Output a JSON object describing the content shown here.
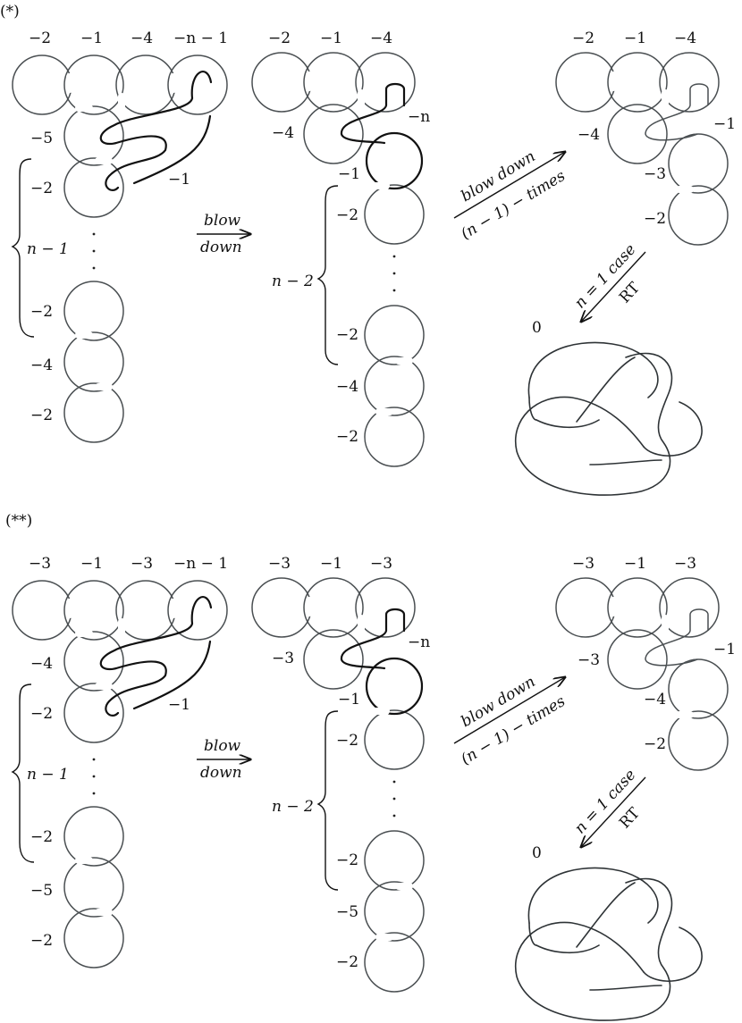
{
  "sections": [
    {
      "marker": "(*)",
      "d1": {
        "top_labels": [
          "−2",
          "−1",
          "−4",
          "−n − 1"
        ],
        "side_labels": [
          "−5",
          "−2",
          "n − 1",
          "−2",
          "−4",
          "−2"
        ],
        "strand_label": "−1"
      },
      "arrow1": {
        "top": "blow",
        "bottom": "down"
      },
      "d2": {
        "top_labels": [
          "−2",
          "−1",
          "−4"
        ],
        "second_labels": [
          "−4",
          "−n",
          "−1"
        ],
        "side_labels": [
          "−2",
          "n − 2",
          "−2",
          "−4",
          "−2"
        ]
      },
      "arrow2": {
        "top": "blow down",
        "bottom": "(n − 1) − times"
      },
      "d3": {
        "top_labels": [
          "−2",
          "−1",
          "−4"
        ],
        "side_labels": [
          "−4",
          "−1",
          "−3",
          "−2"
        ]
      },
      "arrow3": {
        "left": "n = 1 case",
        "right": "RT"
      },
      "knot_label": "0"
    },
    {
      "marker": "(**)",
      "d1": {
        "top_labels": [
          "−3",
          "−1",
          "−3",
          "−n − 1"
        ],
        "side_labels": [
          "−4",
          "−2",
          "n − 1",
          "−2",
          "−5",
          "−2"
        ],
        "strand_label": "−1"
      },
      "arrow1": {
        "top": "blow",
        "bottom": "down"
      },
      "d2": {
        "top_labels": [
          "−3",
          "−1",
          "−3"
        ],
        "second_labels": [
          "−3",
          "−n",
          "−1"
        ],
        "side_labels": [
          "−2",
          "n − 2",
          "−2",
          "−5",
          "−2"
        ]
      },
      "arrow2": {
        "top": "blow down",
        "bottom": "(n − 1) − times"
      },
      "d3": {
        "top_labels": [
          "−3",
          "−1",
          "−3"
        ],
        "side_labels": [
          "−3",
          "−1",
          "−4",
          "−2"
        ]
      },
      "arrow3": {
        "left": "n = 1 case",
        "right": "RT"
      },
      "knot_label": "0"
    }
  ]
}
